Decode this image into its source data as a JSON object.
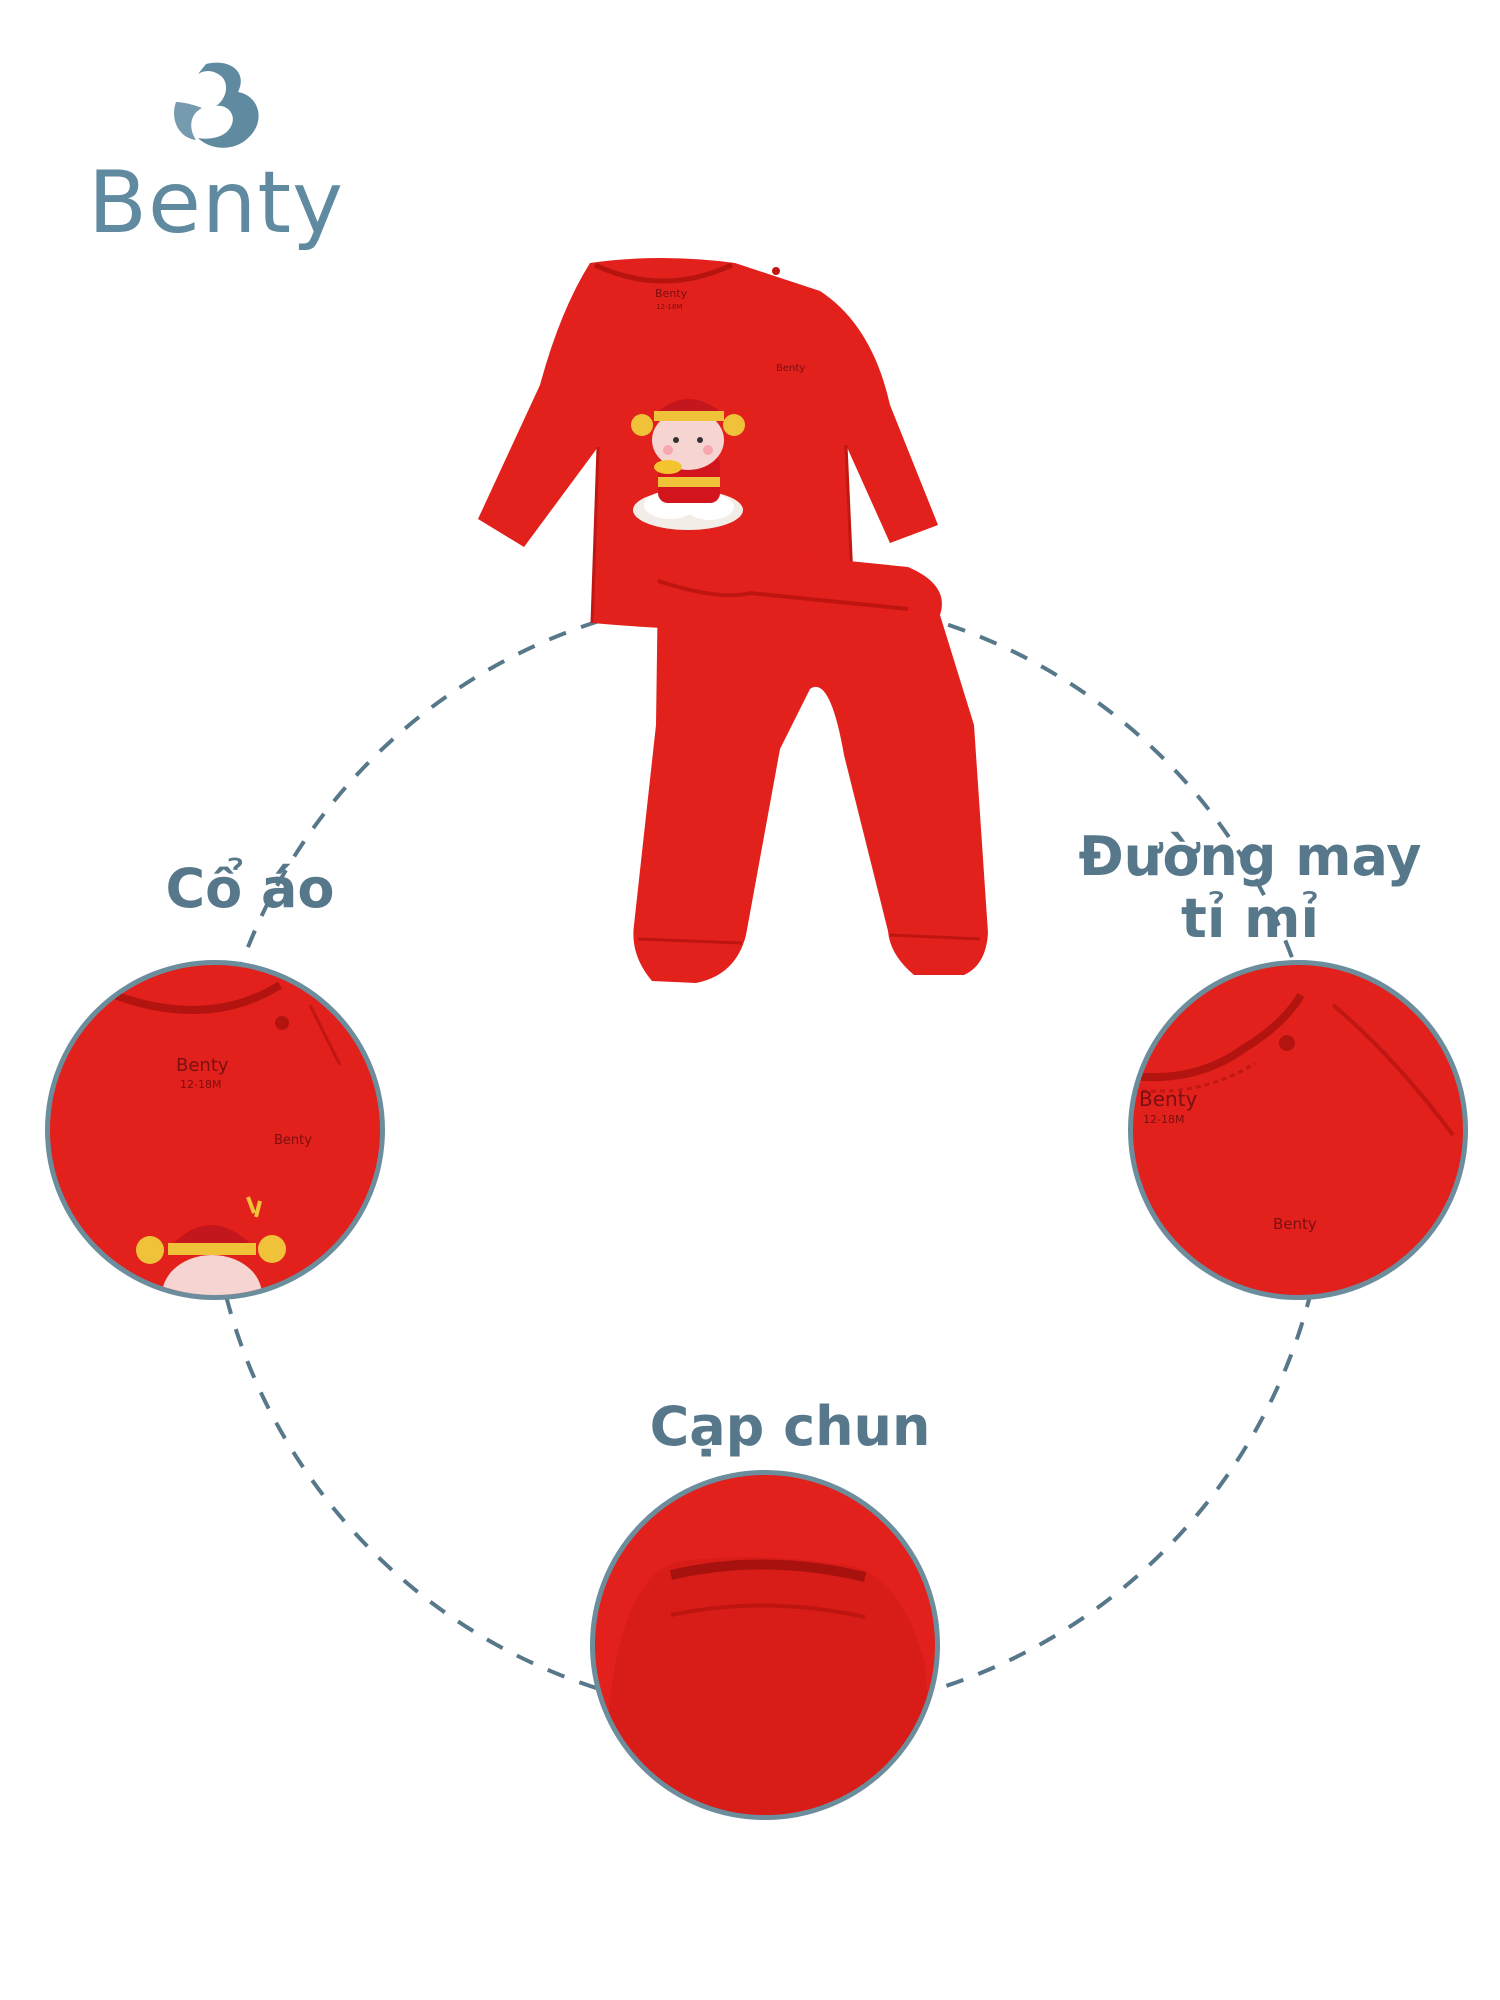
{
  "brand": {
    "name": "Benty",
    "logo_icon": "benty-b-logo-icon",
    "color": "#5f8aa0"
  },
  "product": {
    "shirt_neck_label": "Benty",
    "shirt_size_label": "12-18M",
    "shirt_chest_print": "Benty",
    "garment_color": "#e2201c"
  },
  "features": {
    "collar": {
      "label": "Cổ áo",
      "detail_brand": "Benty",
      "detail_size": "12-18M",
      "detail_chest_print": "Benty"
    },
    "seam": {
      "label_line1": "Đường may",
      "label_line2": "tỉ mỉ",
      "detail_brand": "Benty",
      "detail_size": "12-18M",
      "detail_chest_print": "Benty"
    },
    "waistband": {
      "label": "Cạp chun"
    }
  },
  "colors": {
    "label": "#57788a",
    "circle_border": "#6b8d9c",
    "dashed_ring": "#57788a"
  }
}
